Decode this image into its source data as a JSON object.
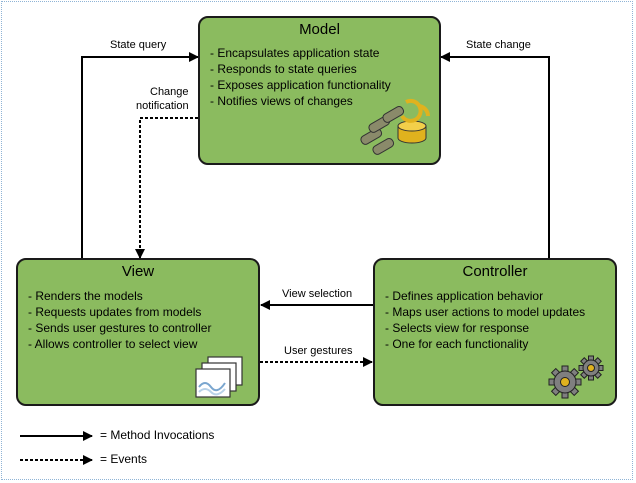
{
  "model": {
    "title": "Model",
    "items": [
      "Encapsulates application state",
      "Responds to state queries",
      "Exposes application functionality",
      "Notifies views of changes"
    ]
  },
  "view": {
    "title": "View",
    "items": [
      "Renders the models",
      "Requests updates from models",
      "Sends user gestures to controller",
      "Allows controller to select view"
    ]
  },
  "controller": {
    "title": "Controller",
    "items": [
      "Defines application behavior",
      "Maps user actions to model updates",
      "Selects view for response",
      "One for each functionality"
    ]
  },
  "arrows": {
    "state_query": "State query",
    "state_change": "State change",
    "change_notification_line1": "Change",
    "change_notification_line2": "notification",
    "view_selection": "View selection",
    "user_gestures": "User gestures"
  },
  "legend": {
    "method_invocations": "= Method Invocations",
    "events": "= Events"
  },
  "colors": {
    "box_fill": "#8bbb5f",
    "box_border": "#1a1a1a",
    "arrow": "#000000",
    "frame": "#8fb4d6"
  }
}
